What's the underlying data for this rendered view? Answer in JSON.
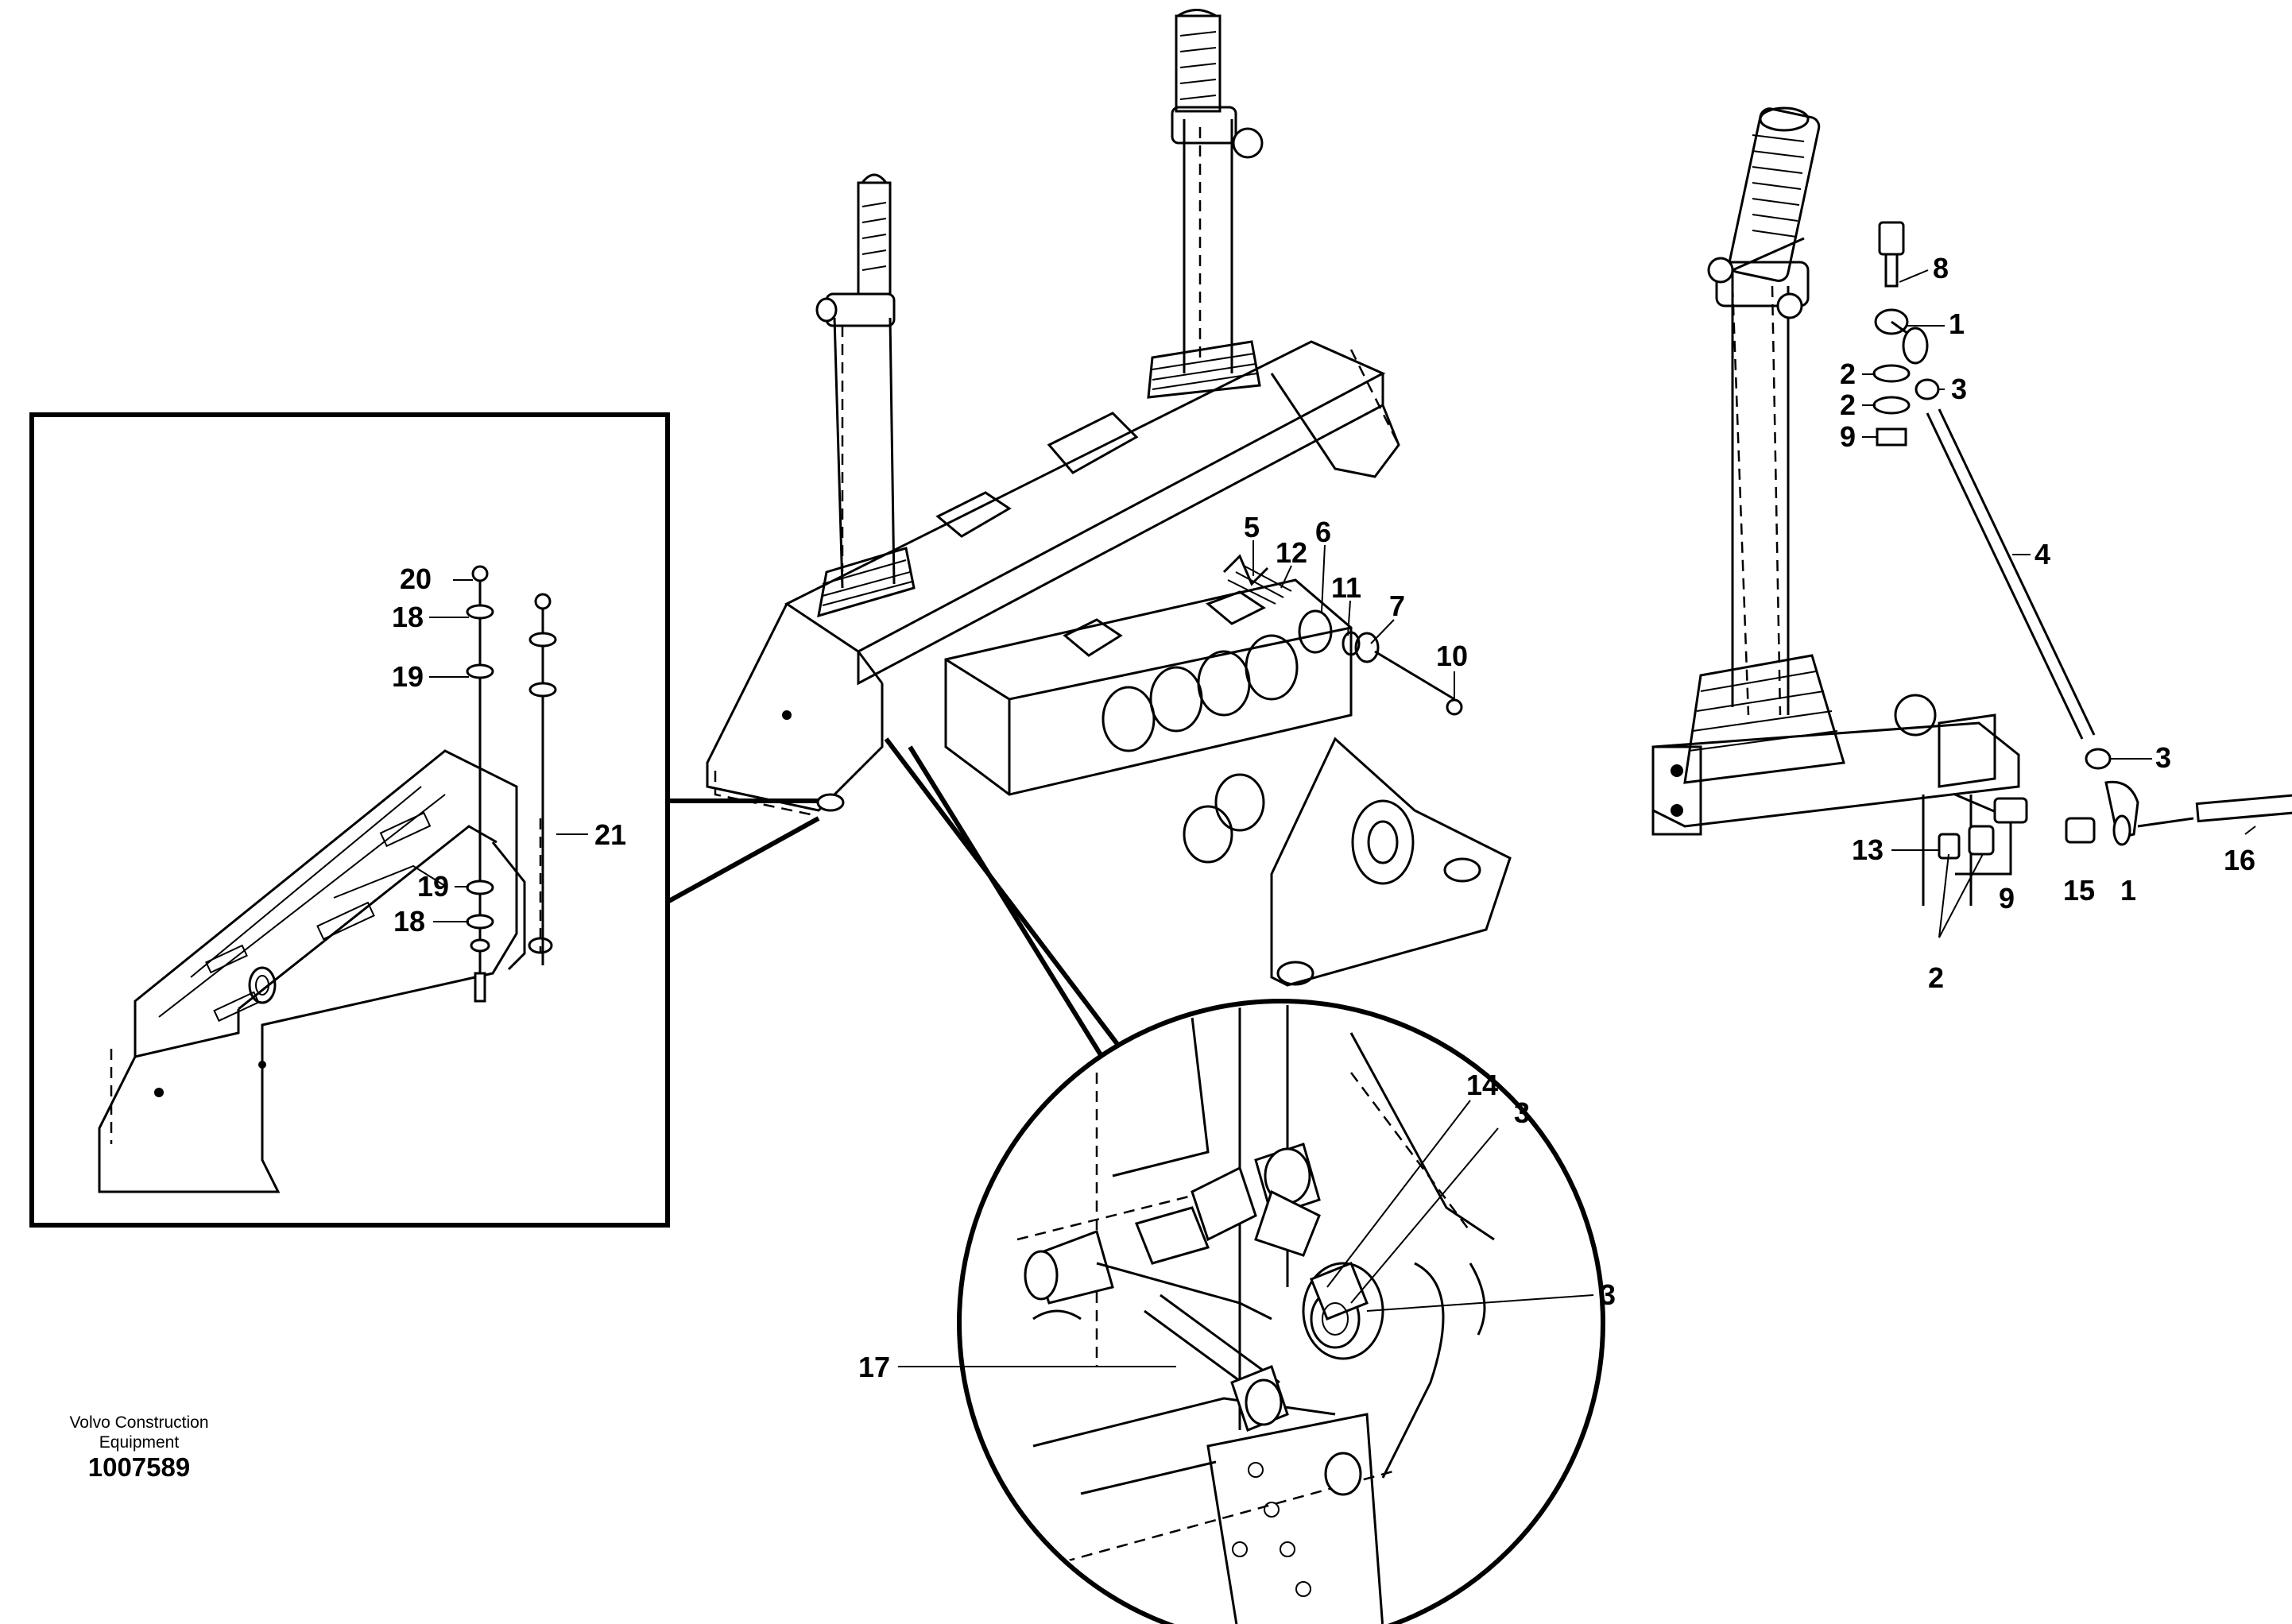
{
  "company": "Volvo Construction Equipment",
  "document_number": "1007589",
  "callouts": {
    "c1a": "1",
    "c1b": "1",
    "c2a": "2",
    "c2b": "2",
    "c2c": "2",
    "c3a": "3",
    "c3b": "3",
    "c3c": "3",
    "c3d": "3",
    "c4": "4",
    "c5": "5",
    "c6": "6",
    "c7": "7",
    "c8": "8",
    "c9a": "9",
    "c9b": "9",
    "c10": "10",
    "c11": "11",
    "c12": "12",
    "c13": "13",
    "c14": "14",
    "c15": "15",
    "c16": "16",
    "c17": "17",
    "c18a": "18",
    "c18b": "18",
    "c19a": "19",
    "c19b": "19",
    "c20": "20",
    "c21": "21"
  }
}
